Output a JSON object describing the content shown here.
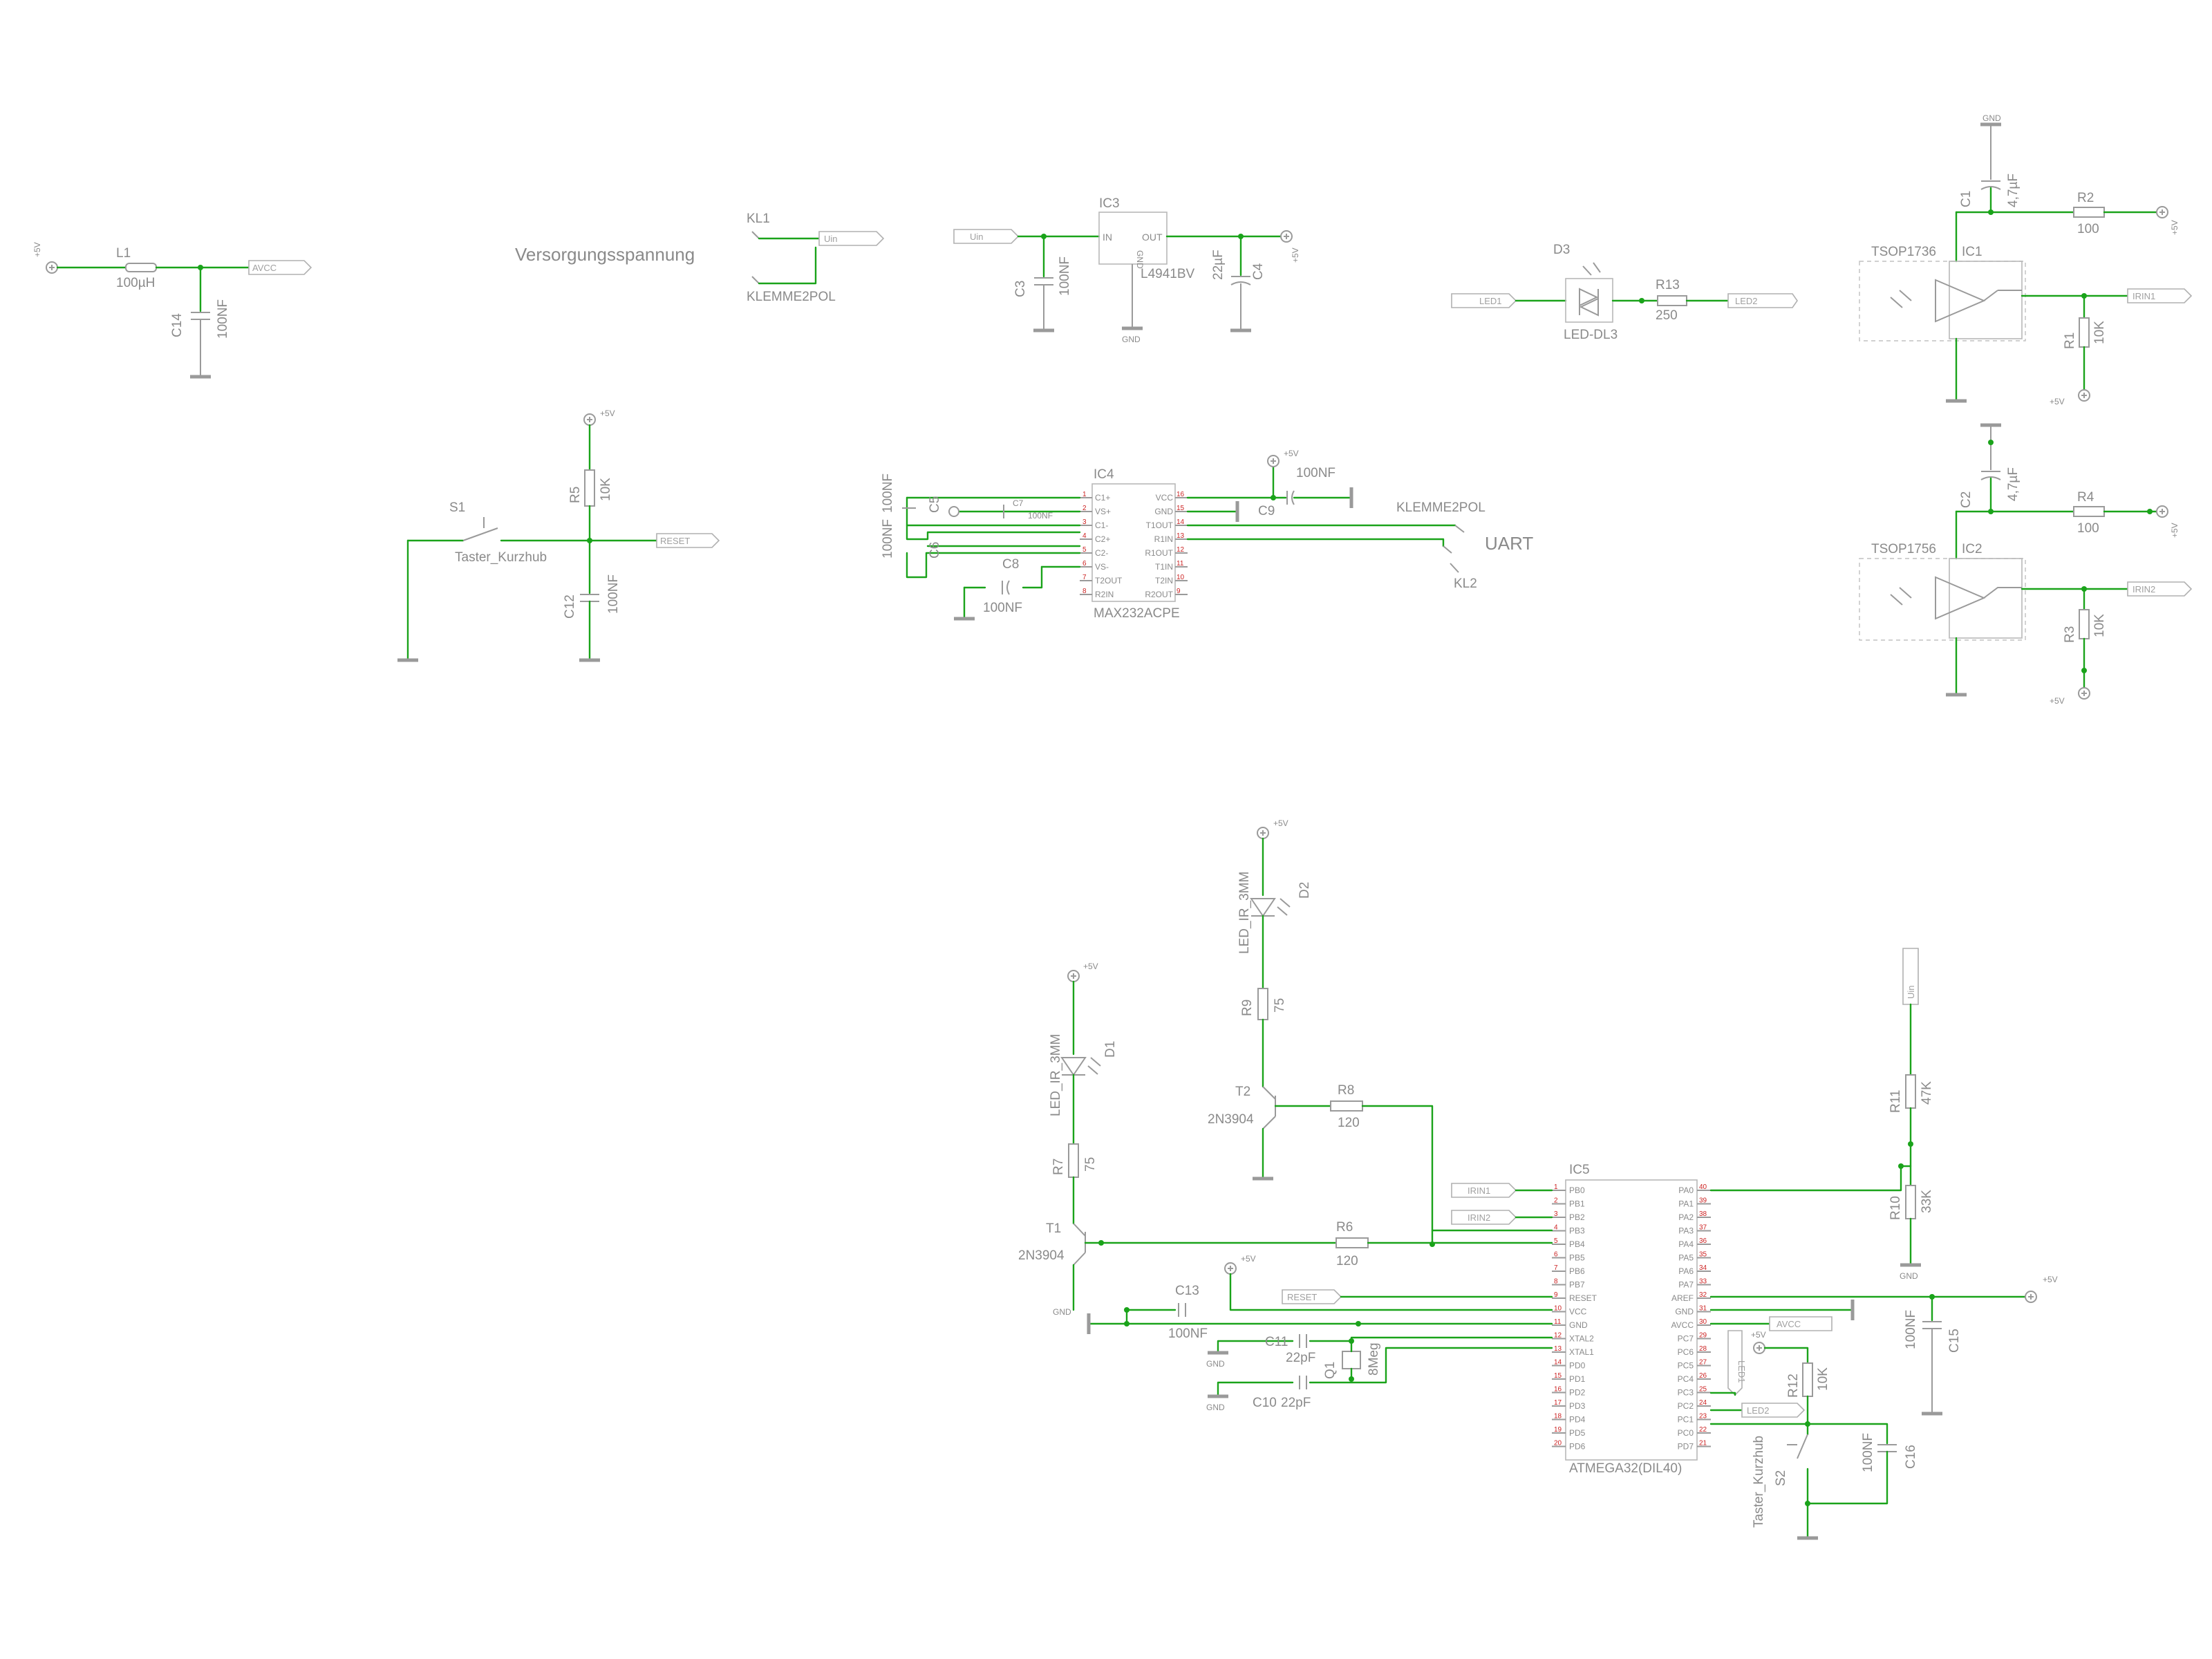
{
  "sheet": {
    "title": "Versorgungsspannung"
  },
  "labels": {
    "l1": "L1",
    "l1_val": "100µH",
    "avcc": "AVCC",
    "c14": "C14",
    "c14_val": "100NF",
    "p5v": "+5V",
    "kl1": "KL1",
    "kl1_type": "KLEMME2POL",
    "uin": "Uin",
    "ic3": "IC3",
    "ic3_type": "L4941BV",
    "in": "IN",
    "out": "OUT",
    "gnd": "GND",
    "c3": "C3",
    "c3_val": "100NF",
    "c4": "C4",
    "c4_val": "22µF",
    "d3": "D3",
    "d3_type": "LED-DL3",
    "r13": "R13",
    "r13_val": "250",
    "led1": "LED1",
    "led2": "LED2",
    "c1": "C1",
    "c1_val": "4,7µF",
    "r2": "R2",
    "r2_val": "100",
    "tsop1": "TSOP1736",
    "ic1": "IC1",
    "irin1": "IRIN1",
    "r1": "R1",
    "r1_val": "10K",
    "c2": "C2",
    "c2_val": "4,7µF",
    "r4": "R4",
    "r4_val": "100",
    "tsop2": "TSOP1756",
    "ic2": "IC2",
    "irin2": "IRIN2",
    "r3": "R3",
    "r3_val": "10K",
    "s1": "S1",
    "s1_type": "Taster_Kurzhub",
    "r5": "R5",
    "r5_val": "10K",
    "reset": "RESET",
    "c12": "C12",
    "c12_val": "100NF",
    "ic4": "IC4",
    "ic4_type": "MAX232ACPE",
    "c5": "C5",
    "c5_val": "100NF",
    "c6": "C6",
    "c6_val": "100NF",
    "c7": "C7",
    "c7_val": "100NF",
    "c8": "C8",
    "c8_val": "100NF",
    "c9": "C9",
    "c9_val": "100NF",
    "kl2_type": "KLEMME2POL",
    "uart": "UART",
    "kl2": "KL2",
    "d2": "D2",
    "led_ir": "LED_IR_3MM",
    "r9": "R9",
    "r9_val": "75",
    "t2": "T2",
    "t2_type": "2N3904",
    "r8": "R8",
    "r8_val": "120",
    "d1": "D1",
    "r7": "R7",
    "r7_val": "75",
    "t1": "T1",
    "t1_type": "2N3904",
    "r6": "R6",
    "r6_val": "120",
    "c13": "C13",
    "c13_val": "100NF",
    "c11": "C11",
    "c11_val": "22pF",
    "c10": "C10",
    "c10_val": "22pF",
    "q1": "Q1",
    "q1_val": "8Meg",
    "ic5": "IC5",
    "ic5_type": "ATMEGA32(DIL40)",
    "r11": "R11",
    "r11_val": "47K",
    "r10": "R10",
    "r10_val": "33K",
    "c15": "C15",
    "c15_val": "100NF",
    "r12": "R12",
    "r12_val": "10K",
    "s2": "S2",
    "s2_type": "Taster_Kurzhub",
    "c16": "C16",
    "c16_val": "100NF"
  },
  "max232": {
    "left_pins": [
      "C1+",
      "VS+",
      "C1-",
      "C2+",
      "C2-",
      "VS-",
      "T2OUT",
      "R2IN"
    ],
    "right_pins": [
      "VCC",
      "GND",
      "T1OUT",
      "R1IN",
      "R1OUT",
      "T1IN",
      "T2IN",
      "R2OUT"
    ]
  },
  "atmega": {
    "left_pins": [
      "PB0",
      "PB1",
      "PB2",
      "PB3",
      "PB4",
      "PB5",
      "PB6",
      "PB7",
      "RESET",
      "VCC",
      "GND",
      "XTAL2",
      "XTAL1",
      "PD0",
      "PD1",
      "PD2",
      "PD3",
      "PD4",
      "PD5",
      "PD6"
    ],
    "right_pins": [
      "PA0",
      "PA1",
      "PA2",
      "PA3",
      "PA4",
      "PA5",
      "PA6",
      "PA7",
      "AREF",
      "GND",
      "AVCC",
      "PC7",
      "PC6",
      "PC5",
      "PC4",
      "PC3",
      "PC2",
      "PC1",
      "PC0",
      "PD7"
    ]
  }
}
